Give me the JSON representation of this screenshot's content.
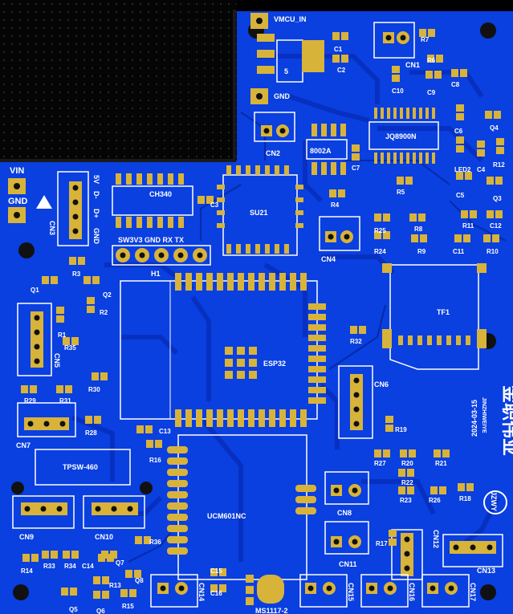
{
  "board": {
    "colors": {
      "copper": "#0a3fe0",
      "dark_copper": "#082fb8",
      "trace": "#0a33c8",
      "pad": "#d8b33a",
      "silk": "#ffffff",
      "proto": "#050505",
      "hole": "#111111"
    },
    "power": {
      "vin": "VIN",
      "gnd": "GND",
      "vmcu_in": "VMCU_IN",
      "gnd_top": "GND"
    },
    "modules": {
      "ch340": "CH340",
      "su21": "SU21",
      "esp32": "ESP32",
      "jq8900n": "JQ8900N",
      "u8002a": "8002A",
      "tf1": "TF1",
      "ucm601nc": "UCM601NC",
      "tpsw": "TPSW-460",
      "ms1117": "MS1117-2",
      "reg": "5"
    },
    "header_h1": {
      "pins": "SW3V3 GND RX TX",
      "name": "H1"
    },
    "cn3_pins": [
      "5V",
      "D-",
      "D+",
      "GND"
    ],
    "date": "2024-03-15",
    "brand": {
      "cn": "金职伟业",
      "en": "JINZHIWEIYE",
      "logo": "JZWY"
    },
    "refs": {
      "cn1": "CN1",
      "cn2": "CN2",
      "cn3": "CN3",
      "cn4": "CN4",
      "cn5": "CN5",
      "cn6": "CN6",
      "cn7": "CN7",
      "cn8": "CN8",
      "cn9": "CN9",
      "cn10": "CN10",
      "cn11": "CN11",
      "cn12": "CN12",
      "cn13": "CN13",
      "cn14": "CN14",
      "cn15": "CN15",
      "cn16": "CN16",
      "cn17": "CN17",
      "c1": "C1",
      "c2": "C2",
      "c3": "C3",
      "c4": "C4",
      "c5": "C5",
      "c6": "C6",
      "c7": "C7",
      "c8": "C8",
      "c9": "C9",
      "c10": "C10",
      "c11": "C11",
      "c12": "C12",
      "c13": "C13",
      "c14": "C14",
      "c15": "C15",
      "c16": "C16",
      "r1": "R1",
      "r2": "R2",
      "r3": "R3",
      "r4": "R4",
      "r5": "R5",
      "r6": "R6",
      "r7": "R7",
      "r8": "R8",
      "r9": "R9",
      "r10": "R10",
      "r11": "R11",
      "r12": "R12",
      "r13": "R13",
      "r14": "R14",
      "r15": "R15",
      "r16": "R16",
      "r17": "R17",
      "r18": "R18",
      "r19": "R19",
      "r20": "R20",
      "r21": "R21",
      "r22": "R22",
      "r23": "R23",
      "r24": "R24",
      "r25": "R25",
      "r26": "R26",
      "r27": "R27",
      "r28": "R28",
      "r29": "R29",
      "r30": "R30",
      "r31": "R31",
      "r32": "R32",
      "r33": "R33",
      "r34": "R34",
      "r35": "R35",
      "r36": "R36",
      "q1": "Q1",
      "q2": "Q2",
      "q3": "Q3",
      "q4": "Q4",
      "q5": "Q5",
      "q6": "Q6",
      "q7": "Q7",
      "q8": "Q8",
      "led2": "LED2"
    }
  }
}
